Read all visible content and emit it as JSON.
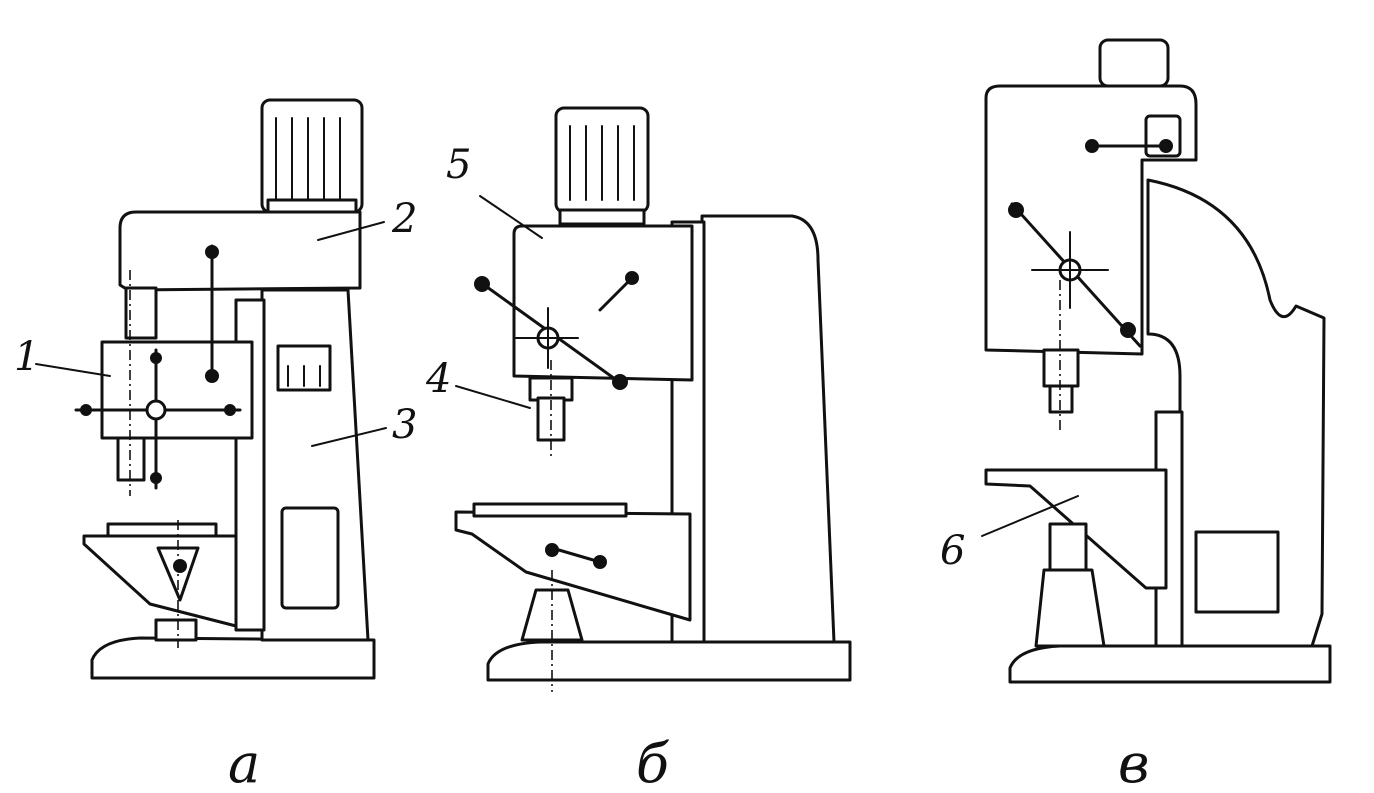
{
  "callouts": [
    "1",
    "2",
    "3",
    "4",
    "5",
    "6"
  ],
  "captions": [
    "а",
    "б",
    "в"
  ]
}
